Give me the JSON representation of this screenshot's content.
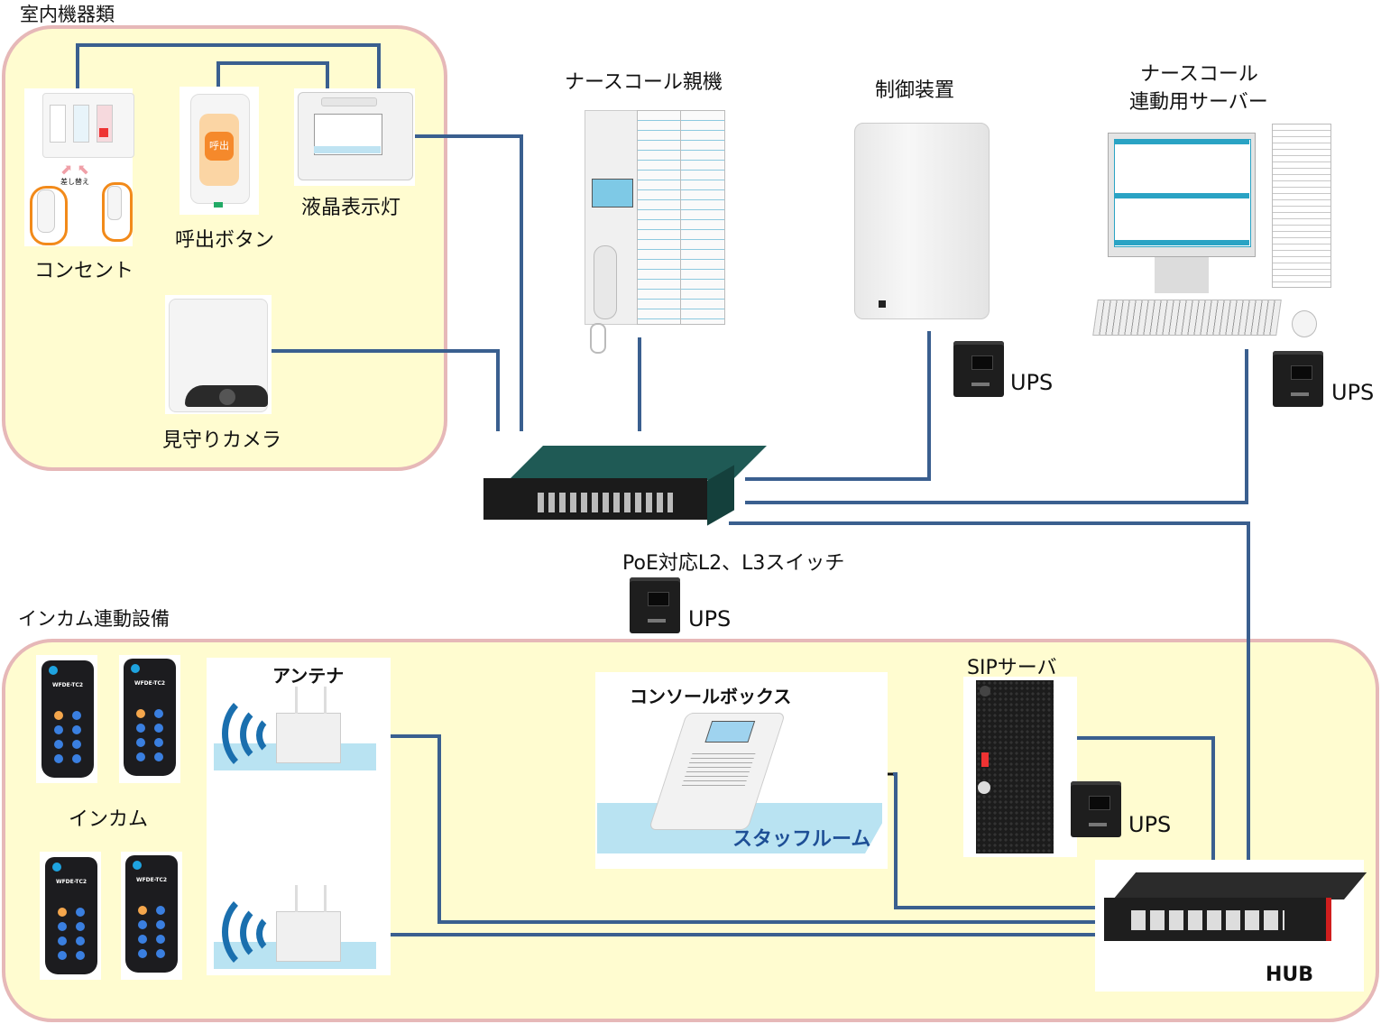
{
  "title_indoor": "室内機器類",
  "title_intercom": "インカム連動設備",
  "indoor": {
    "outlet": "コンセント",
    "outlet_caption": "差し替え",
    "call_button": "呼出ボタン",
    "call_button_face": "呼出",
    "lcd_light": "液晶表示灯",
    "camera": "見守りカメラ"
  },
  "top": {
    "nurse_master": "ナースコール親機",
    "controller": "制御装置",
    "server_line1": "ナースコール",
    "server_line2": "連動用サーバー",
    "switch": "PoE対応L2、L3スイッチ"
  },
  "ups_label": "UPS",
  "intercom": {
    "antenna": "アンテナ",
    "handsets": "インカム",
    "handset_model": "WFDE-TC2",
    "console": "コンソールボックス",
    "staff_room": "スタッフルーム",
    "sip_server": "SIPサーバ",
    "hub": "HUB"
  },
  "colors": {
    "wire": "#3a5f8f",
    "group_fill": "#fffcd0",
    "group_border": "#e6b8b8",
    "switch_body": "#1f5a55"
  }
}
